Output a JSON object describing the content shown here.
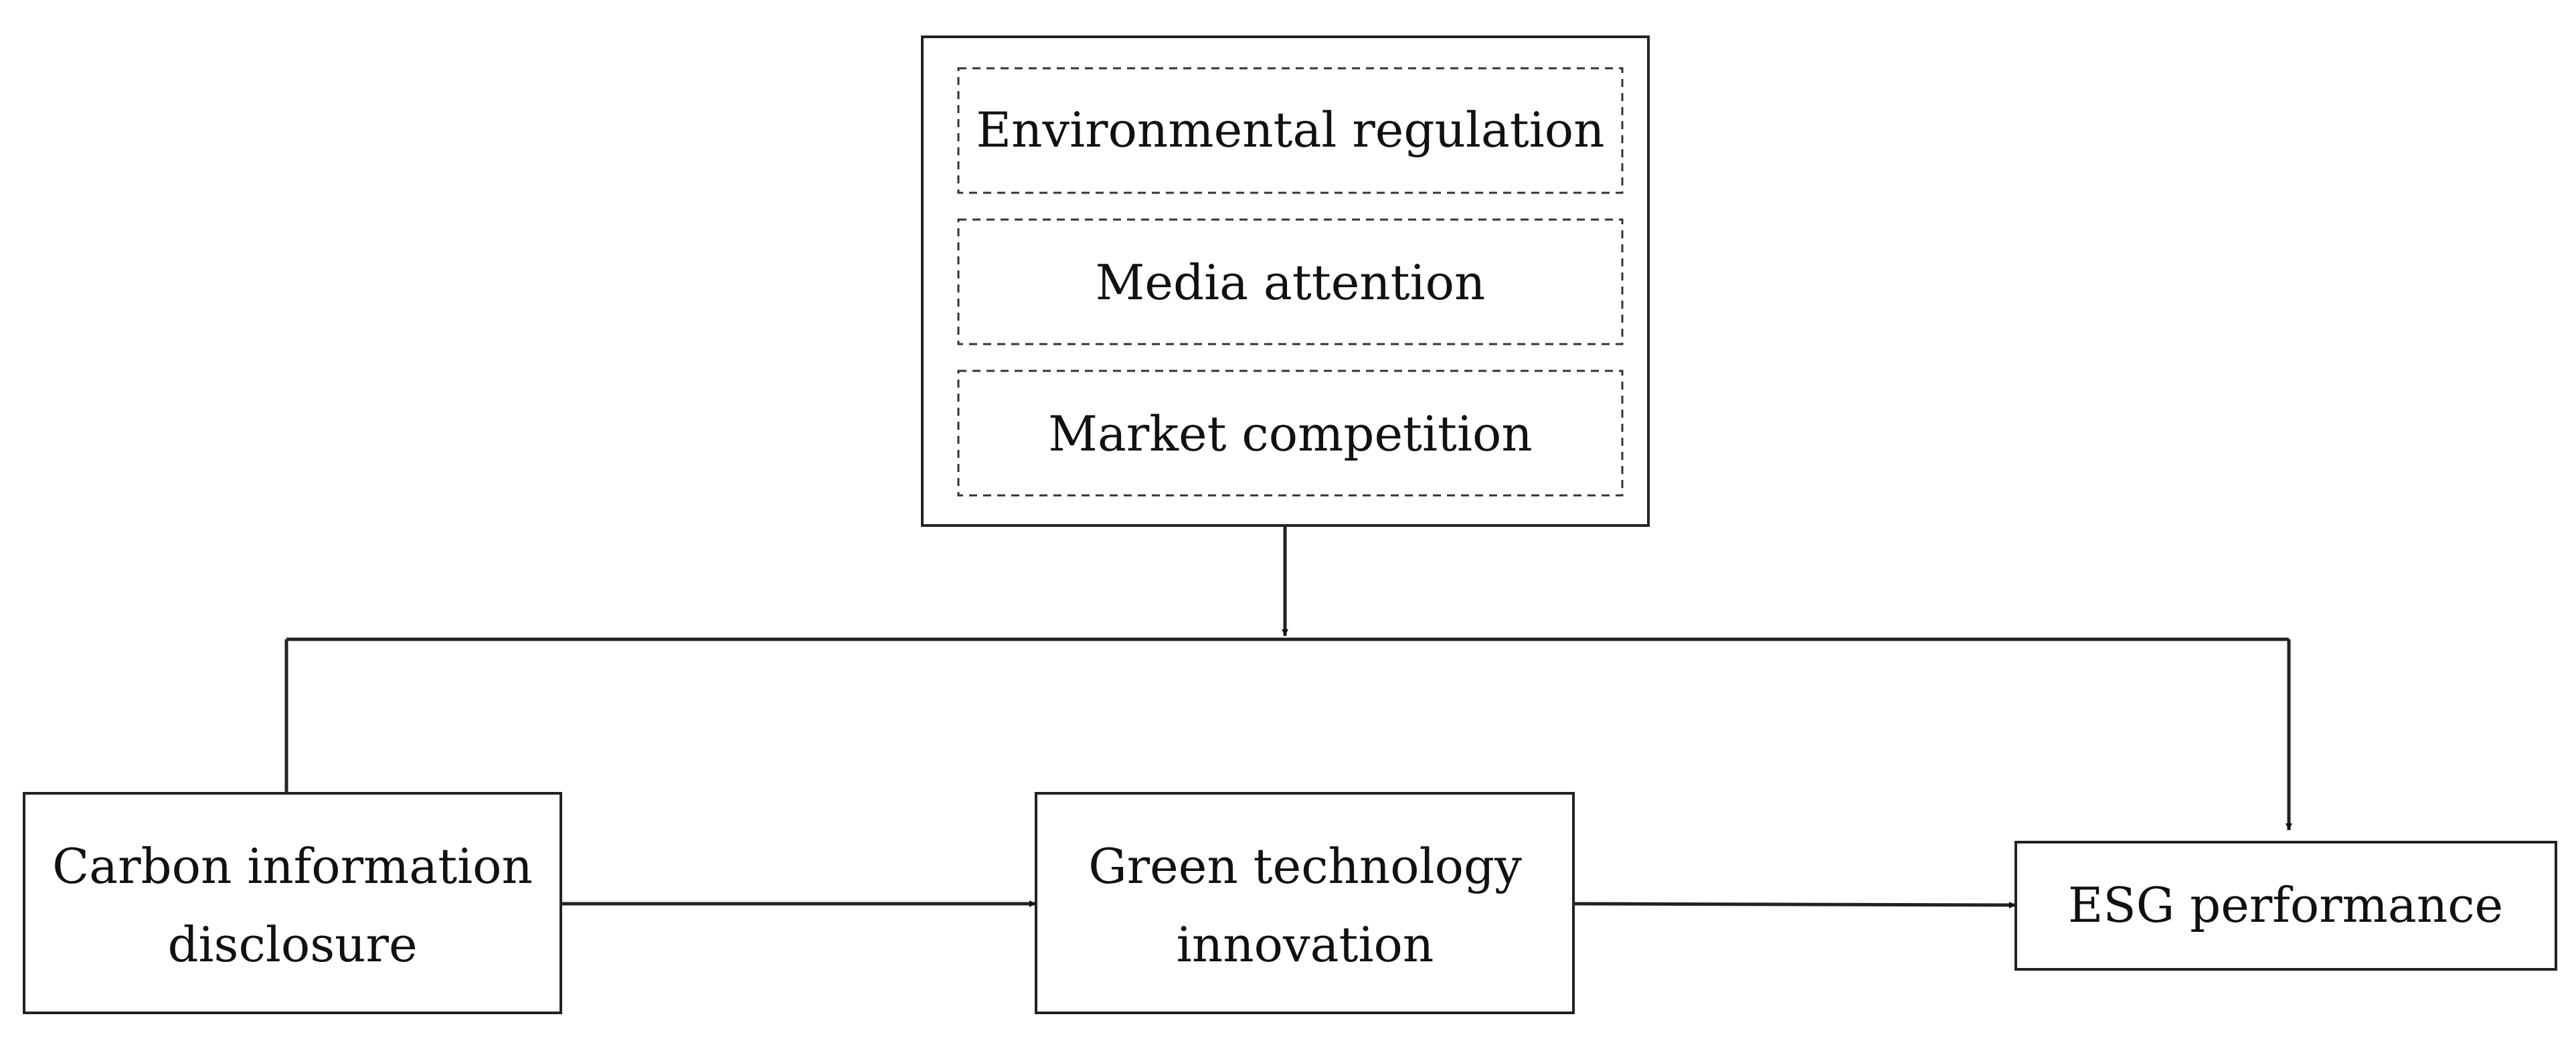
{
  "moderators": {
    "items": [
      "Environmental regulation",
      "Media attention",
      "Market competition"
    ]
  },
  "nodes": {
    "carbon": {
      "line1": "Carbon information",
      "line2": "disclosure"
    },
    "green": {
      "line1": "Green technology",
      "line2": "innovation"
    },
    "esg": {
      "label": "ESG performance"
    }
  },
  "colors": {
    "stroke": "#222222",
    "text": "#111111",
    "background": "#ffffff"
  }
}
